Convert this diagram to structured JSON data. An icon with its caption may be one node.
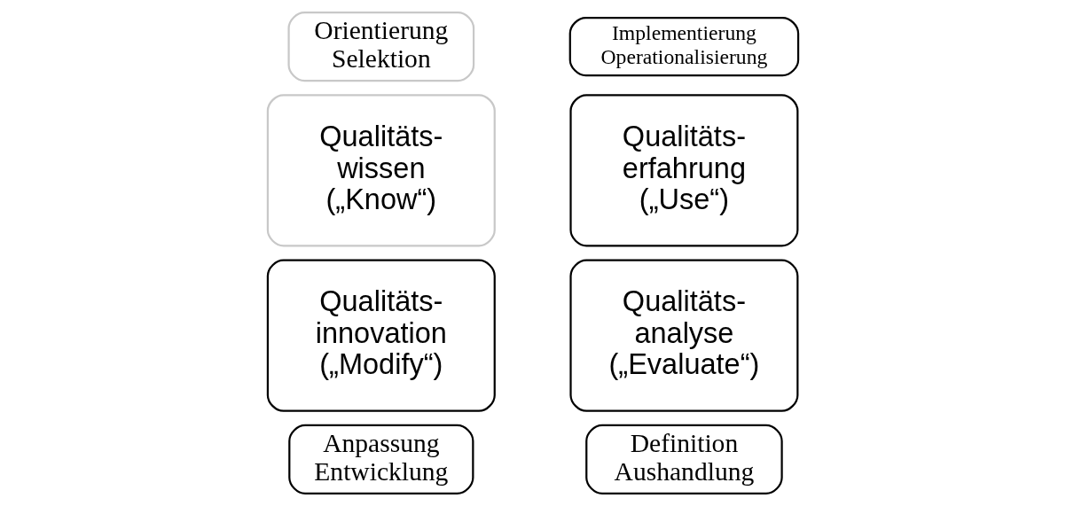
{
  "diagram": {
    "nodes": [
      {
        "text": [
          "Orientierung",
          "Selektion"
        ]
      },
      {
        "text": [
          "Implementierung",
          "Operationalisierung"
        ]
      },
      {
        "text": [
          "Qualitäts- wissen („Know“)"
        ]
      },
      {
        "text": [
          "Qualitäts- erfahrung („Use“)"
        ]
      },
      {
        "text": [
          "Qualitäts- innovation („Modify“)"
        ]
      },
      {
        "text": [
          "Qualitäts- analyse („Evaluate“)"
        ]
      },
      {
        "text": [
          "Anpassung",
          "Entwicklung"
        ]
      },
      {
        "text": [
          "Definition",
          "Aushandlung"
        ]
      }
    ]
  }
}
